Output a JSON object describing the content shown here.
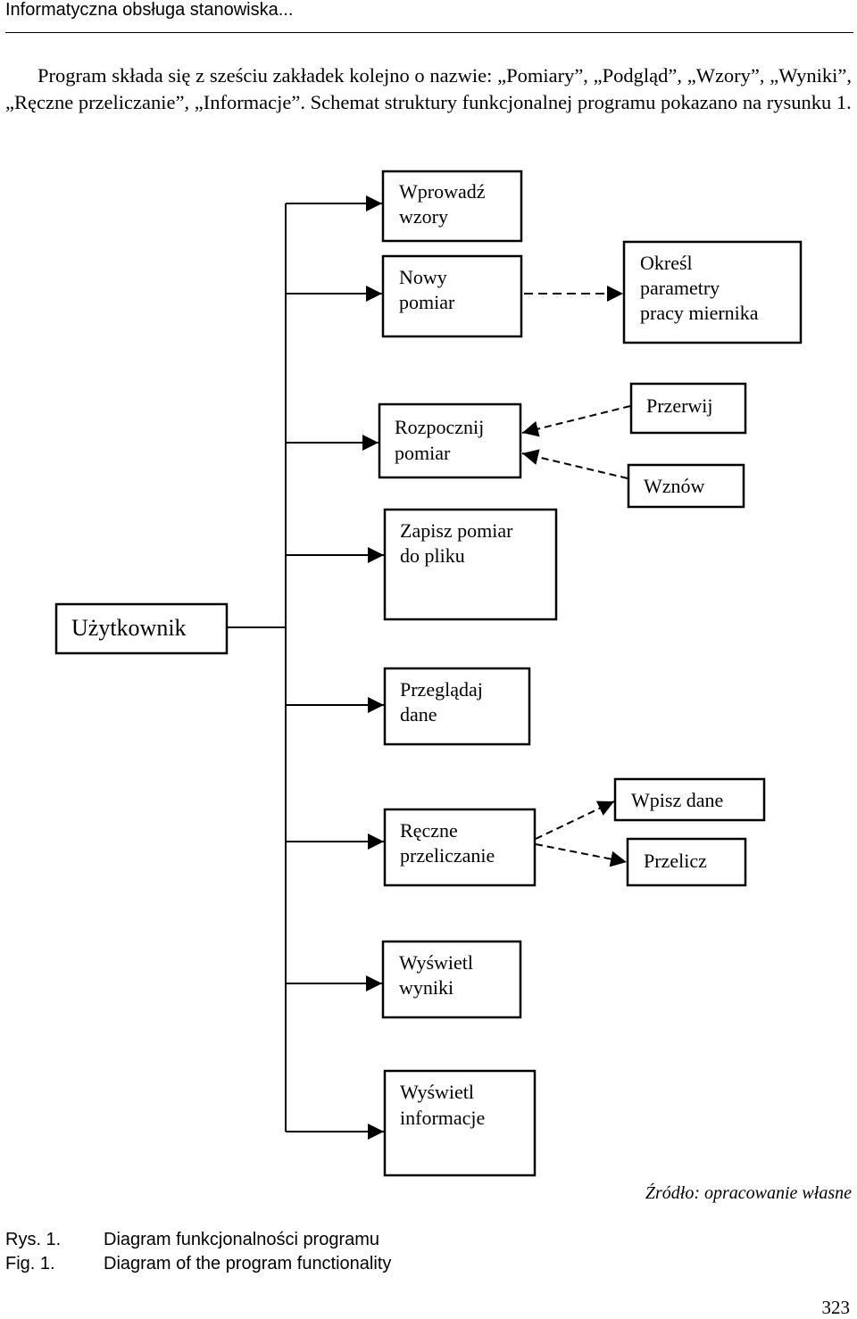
{
  "header": {
    "running_title": "Informatyczna obsługa stanowiska..."
  },
  "intro_paragraph": "Program składa się z sześciu zakładek kolejno o nazwie: „Pomiary”, „Podgląd”, „Wzory”, „Wyniki”, „Ręczne przeliczanie”, „Informacje”. Schemat struktury funkcjonalnej programu pokazano na rysunku 1.",
  "diagram": {
    "actor": "Użytkownik",
    "boxes": {
      "wprowadz_wzory": [
        "Wprowadź",
        "wzory"
      ],
      "nowy_pomiar": [
        "Nowy",
        "pomiar"
      ],
      "okresl_parametry": [
        "Określ",
        "parametry",
        "pracy miernika"
      ],
      "rozpocznij_pomiar": [
        "Rozpocznij",
        "pomiar"
      ],
      "przerwij": [
        "Przerwij"
      ],
      "wznow": [
        "Wznów"
      ],
      "zapisz_pomiar": [
        "Zapisz pomiar",
        "do pliku"
      ],
      "przegladaj_dane": [
        "Przeglądaj",
        "dane"
      ],
      "reczne_przeliczanie": [
        "Ręczne",
        "przeliczanie"
      ],
      "wpisz_dane": [
        "Wpisz dane"
      ],
      "przelicz": [
        "Przelicz"
      ],
      "wyswietl_wyniki": [
        "Wyświetl",
        "wyniki"
      ],
      "wyswietl_informacje": [
        "Wyświetl",
        "informacje"
      ]
    }
  },
  "source_note": "Źródło: opracowanie własne",
  "caption": {
    "pl_label": "Rys. 1.",
    "pl_text": "Diagram funkcjonalności programu",
    "en_label": "Fig. 1.",
    "en_text": "Diagram of the program functionality"
  },
  "page_number": "323"
}
